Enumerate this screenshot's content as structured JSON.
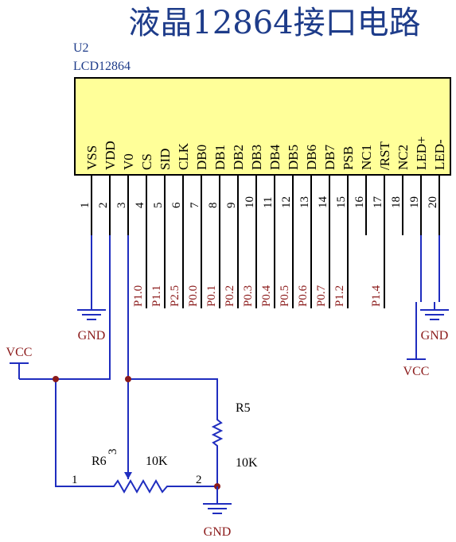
{
  "title": "液晶12864接口电路",
  "designator": "U2",
  "part": "LCD12864",
  "pins": [
    {
      "num": "1",
      "name": "VSS",
      "net": ""
    },
    {
      "num": "2",
      "name": "VDD",
      "net": ""
    },
    {
      "num": "3",
      "name": "V0",
      "net": ""
    },
    {
      "num": "4",
      "name": "CS",
      "net": "P1.0"
    },
    {
      "num": "5",
      "name": "SID",
      "net": "P1.1"
    },
    {
      "num": "6",
      "name": "CLK",
      "net": "P2.5"
    },
    {
      "num": "7",
      "name": "DB0",
      "net": "P0.0"
    },
    {
      "num": "8",
      "name": "DB1",
      "net": "P0.1"
    },
    {
      "num": "9",
      "name": "DB2",
      "net": "P0.2"
    },
    {
      "num": "10",
      "name": "DB3",
      "net": "P0.3"
    },
    {
      "num": "11",
      "name": "DB4",
      "net": "P0.4"
    },
    {
      "num": "12",
      "name": "DB5",
      "net": "P0.5"
    },
    {
      "num": "13",
      "name": "DB6",
      "net": "P0.6"
    },
    {
      "num": "14",
      "name": "DB7",
      "net": "P0.7"
    },
    {
      "num": "15",
      "name": "PSB",
      "net": "P1.2"
    },
    {
      "num": "16",
      "name": "NC1",
      "net": ""
    },
    {
      "num": "17",
      "name": "/RST",
      "net": "P1.4"
    },
    {
      "num": "18",
      "name": "NC2",
      "net": ""
    },
    {
      "num": "19",
      "name": "LED+",
      "net": ""
    },
    {
      "num": "20",
      "name": "LED-",
      "net": ""
    }
  ],
  "power": {
    "gnd_left": "GND",
    "gnd_right": "GND",
    "gnd_bottom": "GND",
    "vcc_left": "VCC",
    "vcc_bottom": "VCC"
  },
  "components": {
    "r5_name": "R5",
    "r5_value": "10K",
    "r6_name": "R6",
    "r6_value": "10K",
    "r6_pin1": "1",
    "r6_pin2": "2",
    "r6_pin3": "3"
  },
  "colors": {
    "wire": "#1f2dbf",
    "body": "#ffff99",
    "net": "#8b1a1a",
    "text": "#1e3c8a"
  }
}
